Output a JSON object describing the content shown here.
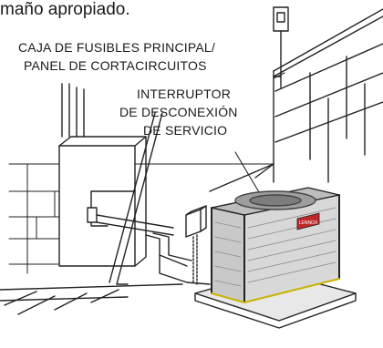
{
  "heading_fragment": "maño apropiado.",
  "labels": {
    "main_panel_line1": "CAJA DE FUSIBLES PRINCIPAL/",
    "main_panel_line2": "PANEL DE CORTACIRCUITOS",
    "disconnect_line1": "INTERRUPTOR",
    "disconnect_line2": "DE DESCONEXIÓN",
    "disconnect_line3": "DE SERVICIO"
  },
  "brand_logo": "LENNOX"
}
